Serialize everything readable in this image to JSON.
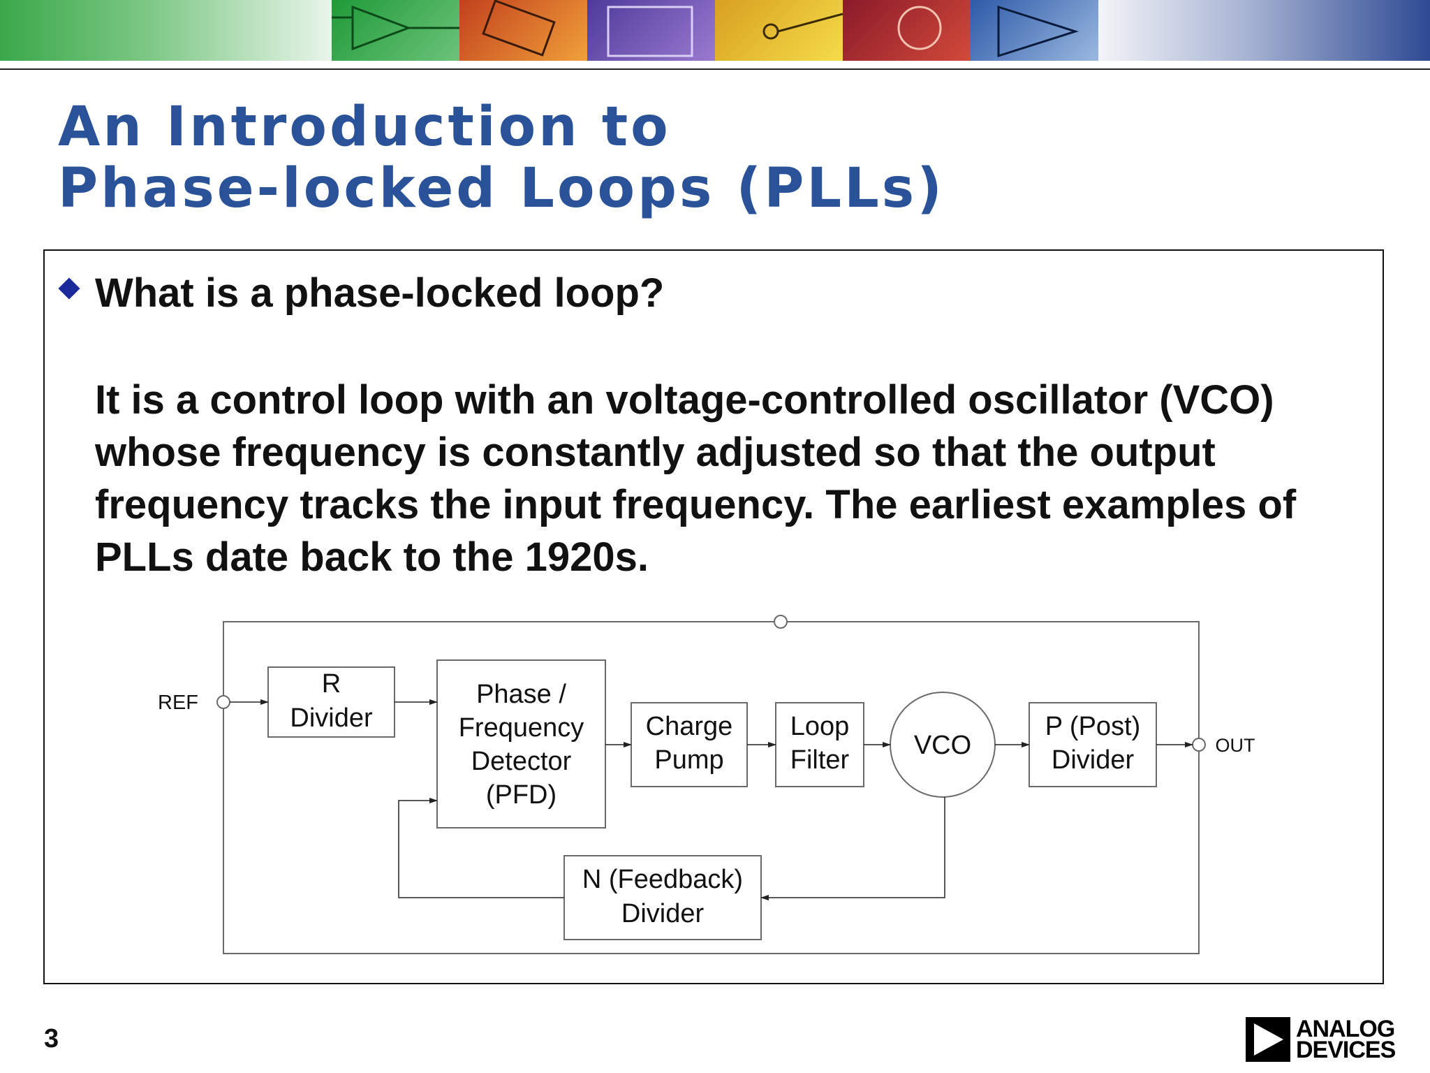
{
  "header": {
    "banner_colors": [
      "#23a33a",
      "#e0803a",
      "#7a5ab8",
      "#e8b82a",
      "#b62a2a",
      "#4e7ac0"
    ]
  },
  "title": {
    "line1": "An Introduction to",
    "line2": "Phase-locked Loops (PLLs)",
    "color": "#2a5298"
  },
  "content": {
    "question": "What is a phase-locked loop?",
    "description": "It is a control loop with an voltage-controlled oscillator (VCO) whose frequency is constantly adjusted so that the output frequency tracks the input frequency. The earliest examples of PLLs date back to the 1920s."
  },
  "diagram": {
    "ref_label": "REF",
    "out_label": "OUT",
    "r_divider": [
      "R",
      "Divider"
    ],
    "pfd": [
      "Phase /",
      "Frequency",
      "Detector",
      "(PFD)"
    ],
    "charge_pump": [
      "Charge",
      "Pump"
    ],
    "loop_filter": [
      "Loop",
      "Filter"
    ],
    "vco": "VCO",
    "p_divider": [
      "P (Post)",
      "Divider"
    ],
    "n_divider": [
      "N (Feedback)",
      "Divider"
    ]
  },
  "footer": {
    "slide_number": "3",
    "logo_line1": "ANALOG",
    "logo_line2": "DEVICES"
  }
}
